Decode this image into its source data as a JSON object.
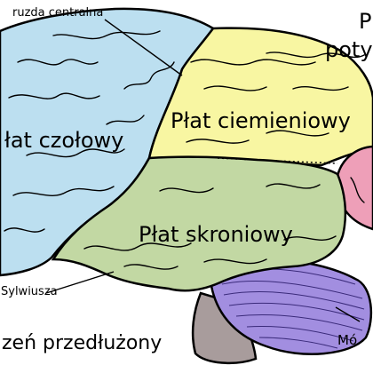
{
  "labels": {
    "central_sulcus": "ruzda centralna",
    "frontal_lobe": "łat czołowy",
    "parietal_lobe": "Płat ciemieniowy",
    "occipital_lobe_line1": "P",
    "occipital_lobe_line2": "poty",
    "temporal_lobe": "Płat skroniowy",
    "lateral_sulcus": "Sylwiusza",
    "medulla": "zeń przedłużony",
    "cerebellum": "Mó"
  },
  "colors": {
    "frontal": "#bcdff0",
    "parietal": "#f8f6a2",
    "temporal": "#c2d8a3",
    "occipital": "#ee9fb8",
    "cerebellum": "#a28ee0",
    "brainstem": "#a89c9c",
    "outline": "#000000"
  }
}
